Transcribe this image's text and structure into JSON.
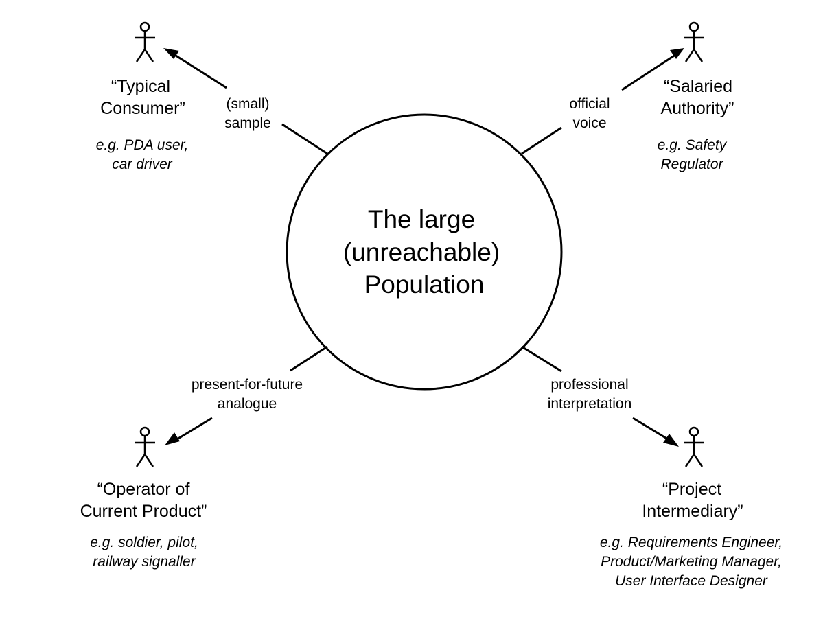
{
  "population": {
    "line1": "The large",
    "line2": "(unreachable)",
    "line3": "Population"
  },
  "actors": {
    "typical_consumer": {
      "name_line1": "“Typical",
      "name_line2": "Consumer”",
      "example_line1": "e.g. PDA user,",
      "example_line2": "car driver"
    },
    "salaried_authority": {
      "name_line1": "“Salaried",
      "name_line2": "Authority”",
      "example_line1": "e.g. Safety",
      "example_line2": "Regulator"
    },
    "operator": {
      "name_line1": "“Operator of",
      "name_line2": "Current Product”",
      "example_line1": "e.g. soldier, pilot,",
      "example_line2": "railway signaller"
    },
    "project_intermediary": {
      "name_line1": "“Project",
      "name_line2": "Intermediary”",
      "example_line1": "e.g. Requirements Engineer,",
      "example_line2": "Product/Marketing Manager,",
      "example_line3": "User Interface Designer"
    }
  },
  "edges": {
    "small_sample": {
      "line1": "(small)",
      "line2": "sample"
    },
    "official_voice": {
      "line1": "official",
      "line2": "voice"
    },
    "present_for_future": {
      "line1": "present-for-future",
      "line2": "analogue"
    },
    "professional_interpretation": {
      "line1": "professional",
      "line2": "interpretation"
    }
  }
}
